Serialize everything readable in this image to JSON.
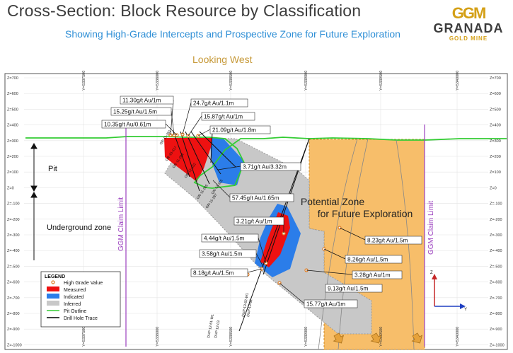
{
  "header": {
    "title": "Cross-Section:  Block Resource  by Classification",
    "subtitle": "Showing High-Grade Intercepts and Prospective Zone for Future Exploration",
    "view": "Looking West"
  },
  "logo": {
    "mark": "GGM",
    "name": "GRANADA",
    "sub": "GOLD MINE",
    "color": "#d4a017"
  },
  "axes": {
    "elevation_ticks": [
      "Z=700",
      "Z=600",
      "Z=500",
      "Z=400",
      "Z=300",
      "Z=200",
      "Z=100",
      "Z=0",
      "Z=-100",
      "Z=-200",
      "Z=-300",
      "Z=-400",
      "Z=-500",
      "Z=-600",
      "Z=-700",
      "Z=-800",
      "Z=-900",
      "Z=-1000"
    ],
    "northing_ticks": [
      "Y=5337500",
      "Y=5338000",
      "Y=5338500",
      "Y=5339000",
      "Y=5339500",
      "Y=5340000"
    ]
  },
  "zones": {
    "pit": "Pit",
    "underground": "Underground zone",
    "claim_left": "GGM Claim Limit",
    "claim_right": "GGM Claim Limit",
    "potential_line1": "Potential Zone",
    "potential_line2": "for Future Exploration"
  },
  "intercepts": [
    "11.30g/t Au/1m",
    "15.25g/t Au/1.5m",
    "10.35g/t Au/0.61m",
    "24.7g/t Au/1.1m",
    "15.87g/t Au/1m",
    "21.09g/t Au/1.8m",
    "3.71g/t Au/3.32m",
    "57.45g/t Au/1.65m",
    "3.21g/t Au/1m",
    "4.44g/t Au/1.5m",
    "3.58g/t Au/1.5m",
    "8.18g/t Au/1.5m",
    "8.23g/t Au/1.5m",
    "8.26g/t Au/1.5m",
    "3.28g/t Au/1m",
    "9.13g/t Au/1.5m",
    "15.77g/t Au/1m"
  ],
  "drill_labels": [
    "GR-11-281",
    "GR-15-117",
    "GR-11-284",
    "GR-12-102",
    "GR-11-285",
    "GR-11-287",
    "GR-12-115",
    "DUP-12-61-W1",
    "DUP-12-03",
    "DUP-13-62-W1",
    "DUP-13-62"
  ],
  "legend": {
    "title": "LEGEND",
    "items": [
      {
        "label": "High Grade Value",
        "symbol": "circle",
        "color": "#e07b20"
      },
      {
        "label": "Measured",
        "symbol": "fill",
        "color": "#ee1111"
      },
      {
        "label": "Indicated",
        "symbol": "fill",
        "color": "#2b7de9"
      },
      {
        "label": "Inferred",
        "symbol": "fill",
        "color": "#c8c8c8"
      },
      {
        "label": "Pit Outline",
        "symbol": "line",
        "color": "#33cc33"
      },
      {
        "label": "Drill Hole Trace",
        "symbol": "line",
        "color": "#000000"
      }
    ]
  },
  "compass": {
    "y": "Y",
    "z": "Z"
  },
  "colors": {
    "measured": "#ee1111",
    "indicated": "#2b7de9",
    "inferred": "#c8c8c8",
    "potential": "#f7be6a",
    "pit": "#33cc33",
    "claim": "#9b3fbf",
    "accent": "#2f8fd6"
  }
}
